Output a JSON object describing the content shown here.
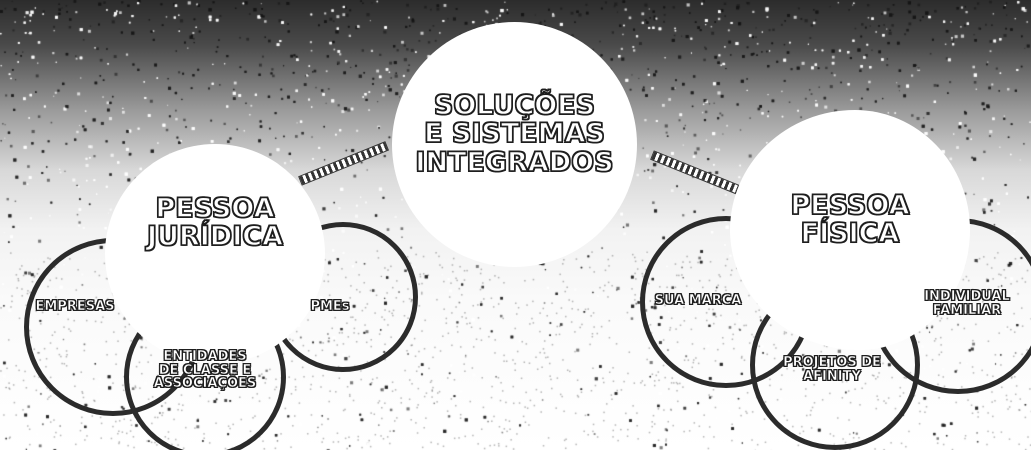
{
  "diagram": {
    "center": {
      "title": "SOLUÇÕES\nE SISTEMAS\nINTEGRADOS"
    },
    "left": {
      "title": "PESSOA\nJURÍDICA",
      "items": [
        "EMPRESAS",
        "ENTIDADES\nDE CLASSE E\nASSOCIAÇÕES",
        "PMEs"
      ]
    },
    "right": {
      "title": "PESSOA\nFÍSICA",
      "items": [
        "SUA MARCA",
        "PROJETOS DE\nAFINITY",
        "INDIVIDUAL\nFAMILIAR"
      ]
    }
  }
}
